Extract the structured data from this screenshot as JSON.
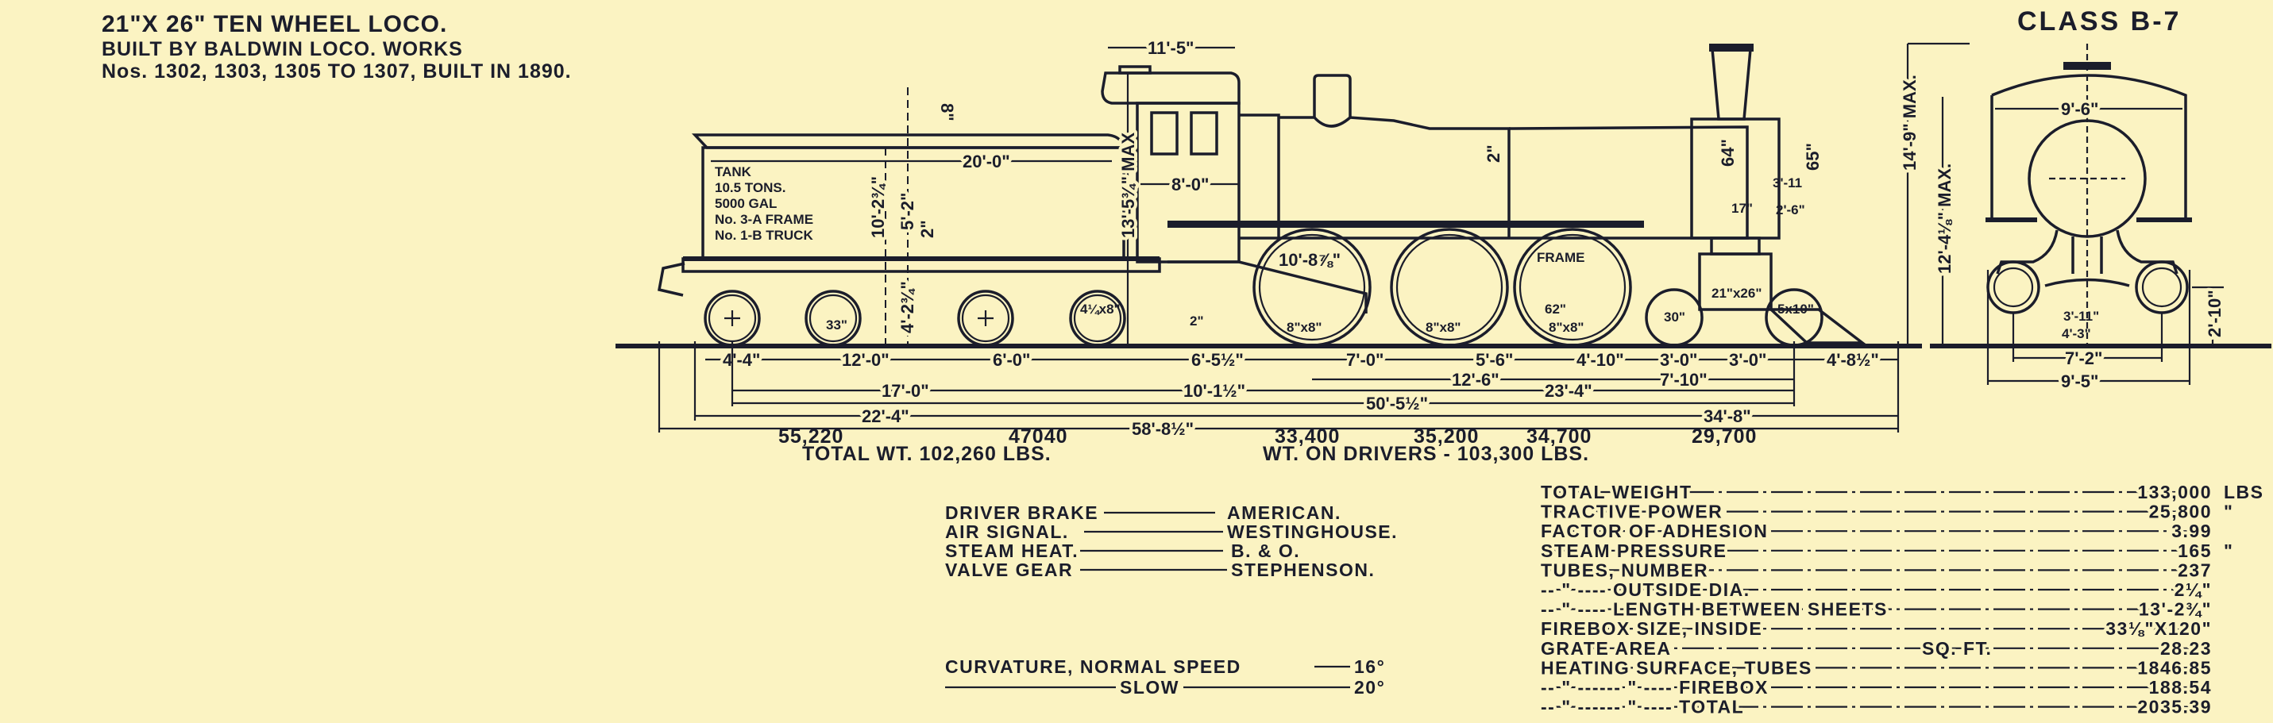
{
  "header": {
    "title": "21\"X 26\" TEN WHEEL LOCO.",
    "builder": "BUILT BY BALDWIN LOCO. WORKS",
    "numbers": "Nos. 1302, 1303, 1305 TO 1307, BUILT IN 1890.",
    "class": "CLASS B-7"
  },
  "tender": {
    "notes": [
      "TANK",
      "10.5 TONS.",
      "5000 GAL",
      "No. 3-A FRAME",
      "No. 1-B TRUCK"
    ],
    "length": "20'-0\"",
    "height_top": "8\"",
    "height_a": "10'-2¾\"",
    "height_b": "5'-2\"",
    "height_c": "2\"",
    "height_d": "4'-2¾\"",
    "wheel_dia": "33\"",
    "journal": "4¼x8\""
  },
  "loco": {
    "cab_width": "11'-5\"",
    "max_height": "13'-5¾\" MAX",
    "cab_length": "8'-0\"",
    "driver_center": "10'-8⅞\"",
    "driver_journals": [
      "8\"x8\"",
      "8\"x8\"",
      "8\"x8\""
    ],
    "frame_label": "FRAME",
    "driver_dia": "62\"",
    "dome_dim": "2\"",
    "boiler_dia_a": "64\"",
    "boiler_dia_b": "65\"",
    "stack_a": "3'-11",
    "stack_b": "17\"",
    "stack_c": "2'-6\"",
    "cylinders": "21\"x26\"",
    "truck_wheel": "30\"",
    "truck_journal": "5x10\"",
    "gap": "2\""
  },
  "dims": {
    "row1": [
      "4'-4\"",
      "12'-0\"",
      "6'-0\"",
      "6'-5½\"",
      "7'-0\"",
      "5'-6\"",
      "4'-10\"",
      "3'-0\"",
      "3'-0\"",
      "4'-8½\""
    ],
    "row2": [
      "12'-6\"",
      "7'-10\""
    ],
    "row3": [
      "17'-0\"",
      "10'-1½\"",
      "23'-4\""
    ],
    "row4": [
      "50'-5½\""
    ],
    "row5": [
      "22'-4\"",
      "34'-8\""
    ],
    "row6": [
      "58'-8½\""
    ]
  },
  "weights": {
    "axles": [
      "55,220",
      "47040",
      "33,400",
      "35,200",
      "34,700",
      "29,700"
    ],
    "tender_total": "TOTAL WT. 102,260 LBS.",
    "drivers_total": "WT. ON DRIVERS - 103,300 LBS."
  },
  "front_view": {
    "max_height": "14'-9\" MAX.",
    "boiler_height": "12'-4⅛\" MAX.",
    "cab_width": "9'-6\"",
    "frame_a": "3'-11\"",
    "frame_b": "4'-3\"",
    "gauge": "7'-2\"",
    "overall_width": "9'-5\"",
    "axle_height": "2'-10\""
  },
  "equipment": [
    {
      "label": "DRIVER BRAKE",
      "value": "AMERICAN."
    },
    {
      "label": "AIR SIGNAL.",
      "value": "WESTINGHOUSE."
    },
    {
      "label": "STEAM HEAT.",
      "value": "B. & O."
    },
    {
      "label": "VALVE GEAR",
      "value": "STEPHENSON."
    }
  ],
  "curvature": {
    "normal_label": "CURVATURE, NORMAL SPEED",
    "normal_value": "16°",
    "slow_label": "SLOW",
    "slow_value": "20°"
  },
  "specs": [
    {
      "label": "TOTAL WEIGHT",
      "value": "133,000",
      "unit": "LBS"
    },
    {
      "label": "TRACTIVE POWER",
      "value": "25,800",
      "unit": "\""
    },
    {
      "label": "FACTOR OF ADHESION",
      "value": "3.99",
      "unit": ""
    },
    {
      "label": "STEAM PRESSURE",
      "value": "165",
      "unit": "\""
    },
    {
      "label": "TUBES, NUMBER",
      "value": "237",
      "unit": ""
    },
    {
      "label": "-- \" ---- OUTSIDE DIA.",
      "value": "2¼\"",
      "unit": ""
    },
    {
      "label": "-- \" ---- LENGTH BETWEEN SHEETS",
      "value": "13'-2¾\"",
      "unit": ""
    },
    {
      "label": "FIREBOX SIZE, INSIDE",
      "value": "33⅛\"X120\"",
      "unit": ""
    },
    {
      "label": "GRATE AREA",
      "mid": "SQ. FT.",
      "value": "28.23",
      "unit": ""
    },
    {
      "label": "HEATING SURFACE, TUBES",
      "value": "1846.85",
      "unit": ""
    },
    {
      "label": "-- \" ------ \" ---- FIREBOX",
      "value": "188.54",
      "unit": ""
    },
    {
      "label": "-- \" ------ \" ---- TOTAL",
      "value": "2035.39",
      "unit": ""
    }
  ]
}
